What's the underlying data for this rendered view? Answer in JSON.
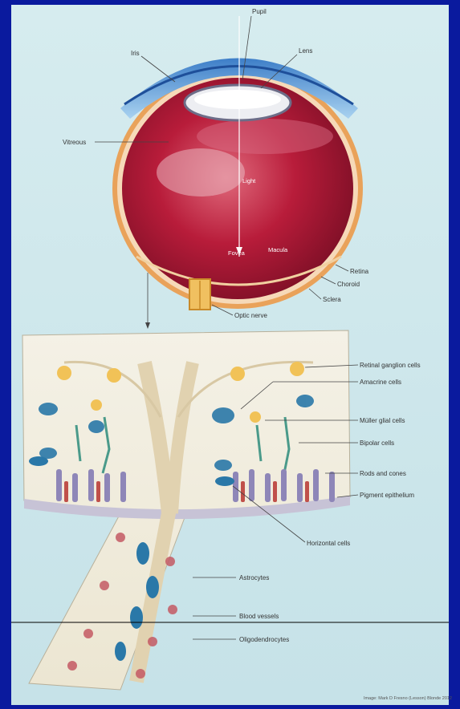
{
  "labels": {
    "pupil": "Pupil",
    "iris": "Iris",
    "lens": "Lens",
    "vitreous": "Vitreous",
    "light": "Light",
    "fovea": "Fovea",
    "macula": "Macula",
    "retina": "Retina",
    "choroid": "Choroid",
    "sclera": "Sclera",
    "optic_nerve": "Optic nerve",
    "retinal_ganglion_cells": "Retinal ganglion cells",
    "amacrine_cells": "Amacrine cells",
    "muller_glial_cells": "Müller glial cells",
    "bipolar_cells": "Bipolar cells",
    "rods_and_cones": "Rods and cones",
    "pigment_epithelium": "Pigment epithelium",
    "horizontal_cells": "Horizontal cells",
    "astrocytes": "Astrocytes",
    "blood_vessels": "Blood vessels",
    "oligodendrocytes": "Oligodendrocytes"
  },
  "credit": "Image: Mark D Fresno (Lesson) Blonde 2012",
  "colors": {
    "slide_background": "#0a1a9e",
    "panel": "#d8ecef",
    "eyeball": "#b81c3a",
    "cornea": "#4a8fd4",
    "cells": "#2a78a8"
  }
}
